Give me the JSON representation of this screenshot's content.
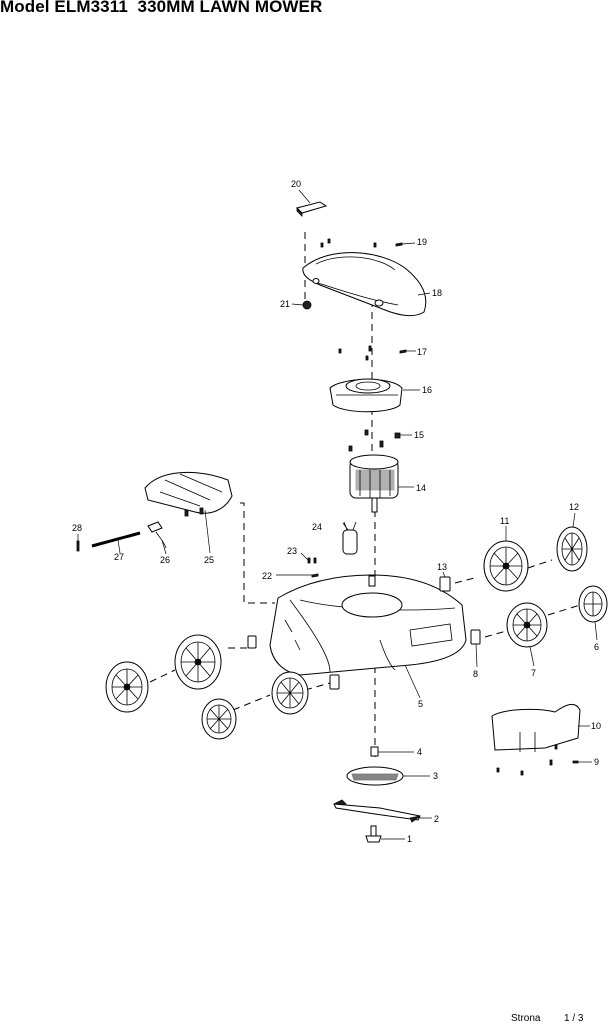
{
  "title": "Model ELM3311  330MM LAWN MOWER",
  "footer": {
    "label": "Strona",
    "page": "1 / 3"
  },
  "callouts": [
    "1",
    "2",
    "3",
    "4",
    "5",
    "6",
    "7",
    "8",
    "9",
    "10",
    "11",
    "12",
    "13",
    "14",
    "15",
    "16",
    "17",
    "18",
    "19",
    "20",
    "21",
    "22",
    "23",
    "24",
    "25",
    "26",
    "27",
    "28"
  ]
}
